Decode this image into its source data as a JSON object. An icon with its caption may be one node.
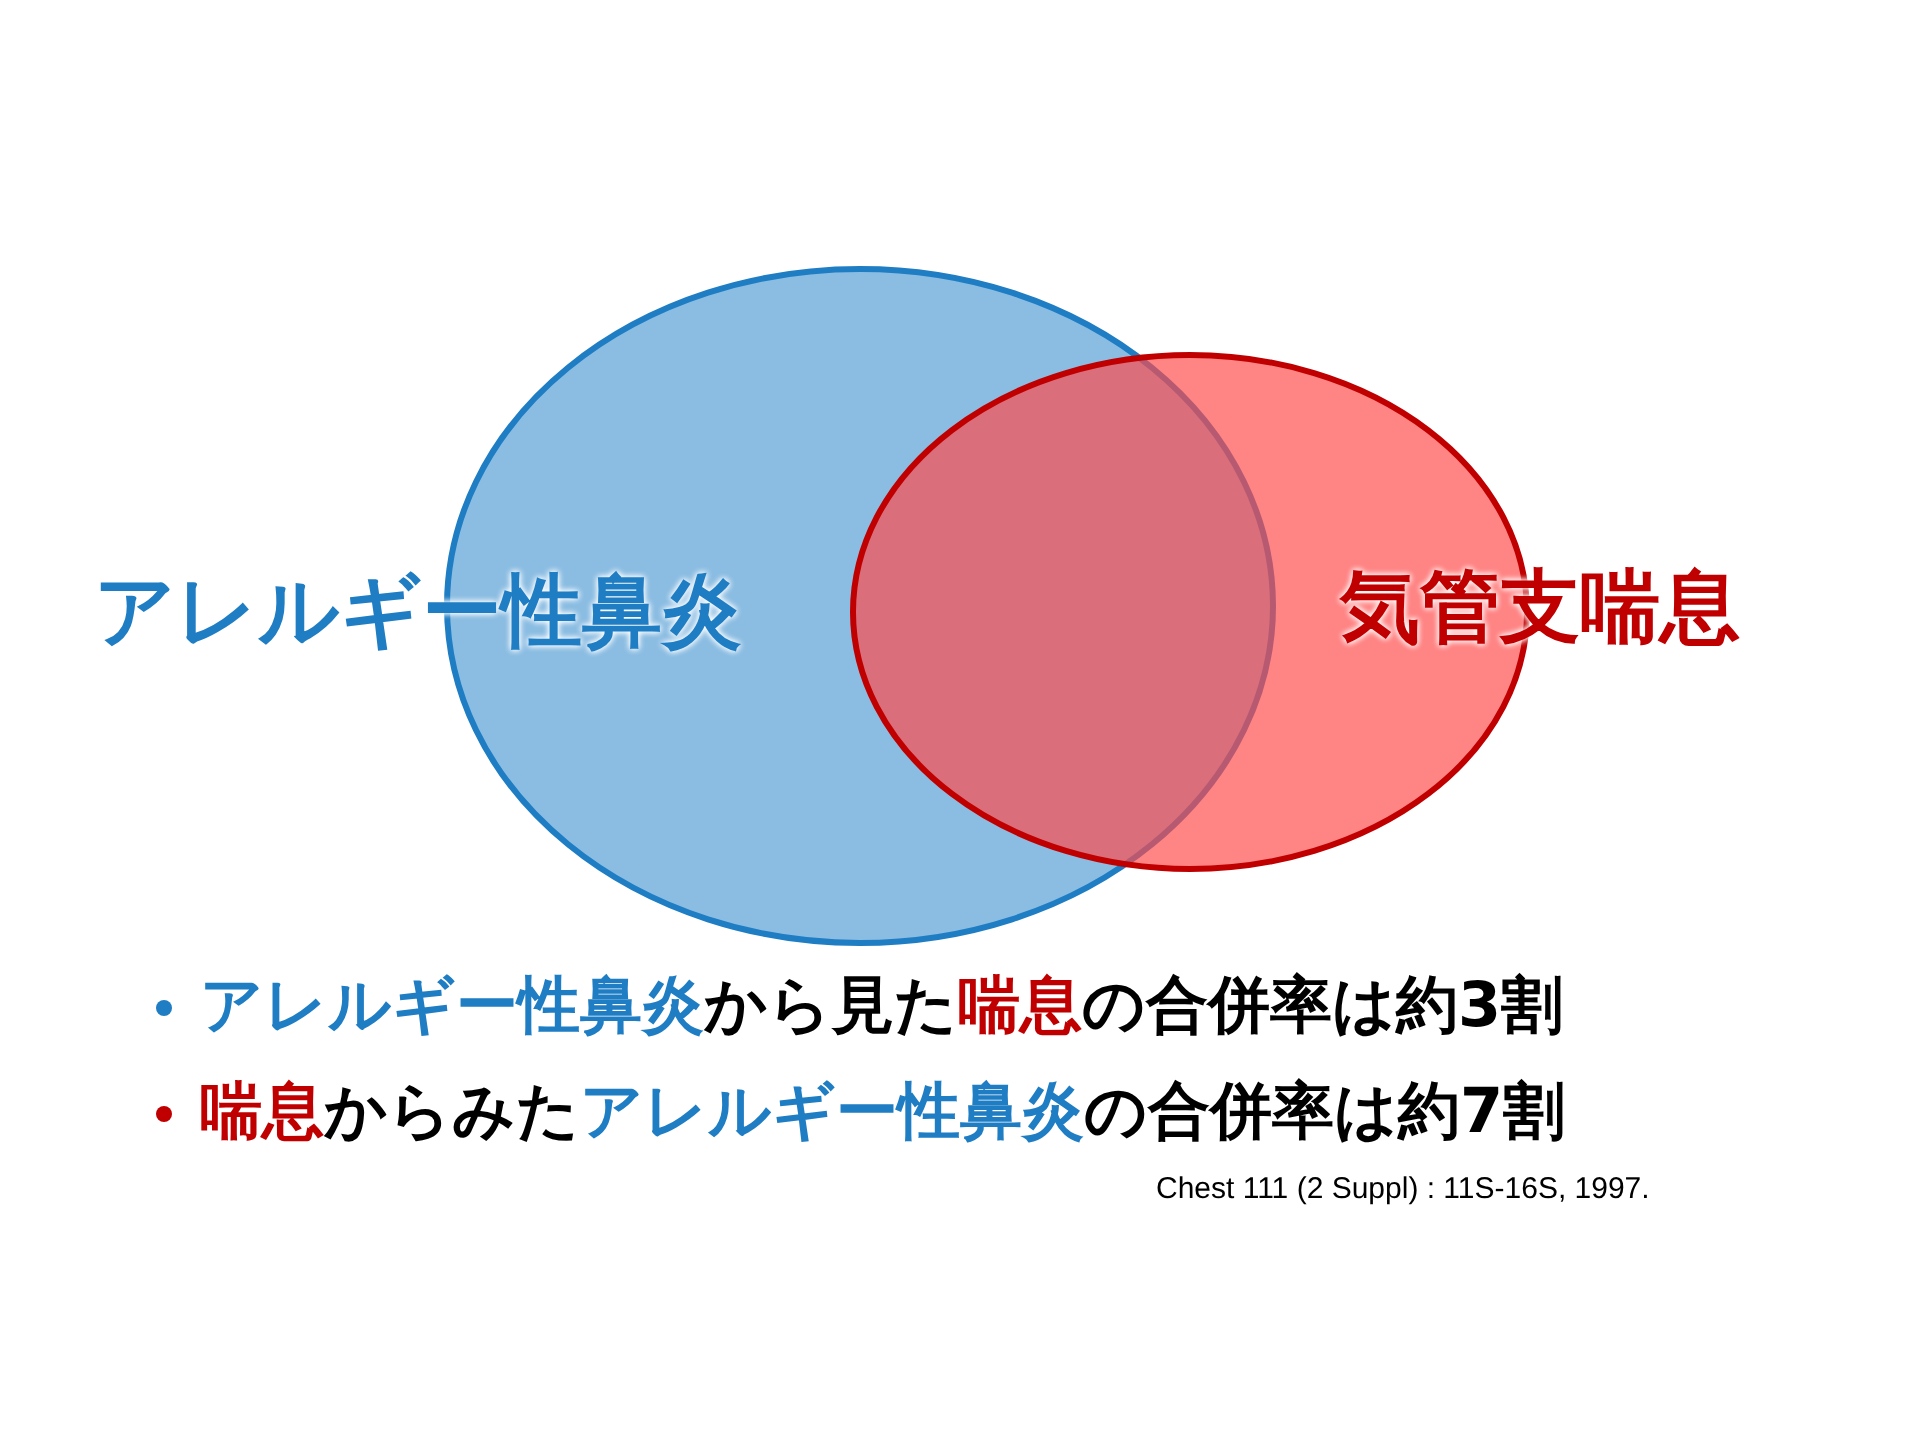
{
  "diagram": {
    "nodes": [
      {
        "text": [
          "アレルギー性鼻炎"
        ]
      },
      {
        "text": [
          "気管支喘息"
        ]
      }
    ],
    "labels": [
      "**アレルギー性鼻炎**から見た**喘息**の合併率は約3割",
      "**喘息**からみた**アレルギー性鼻炎**の合併率は約7割",
      "Chest 111 (2 Suppl) : 11S-16S, 1997."
    ]
  }
}
